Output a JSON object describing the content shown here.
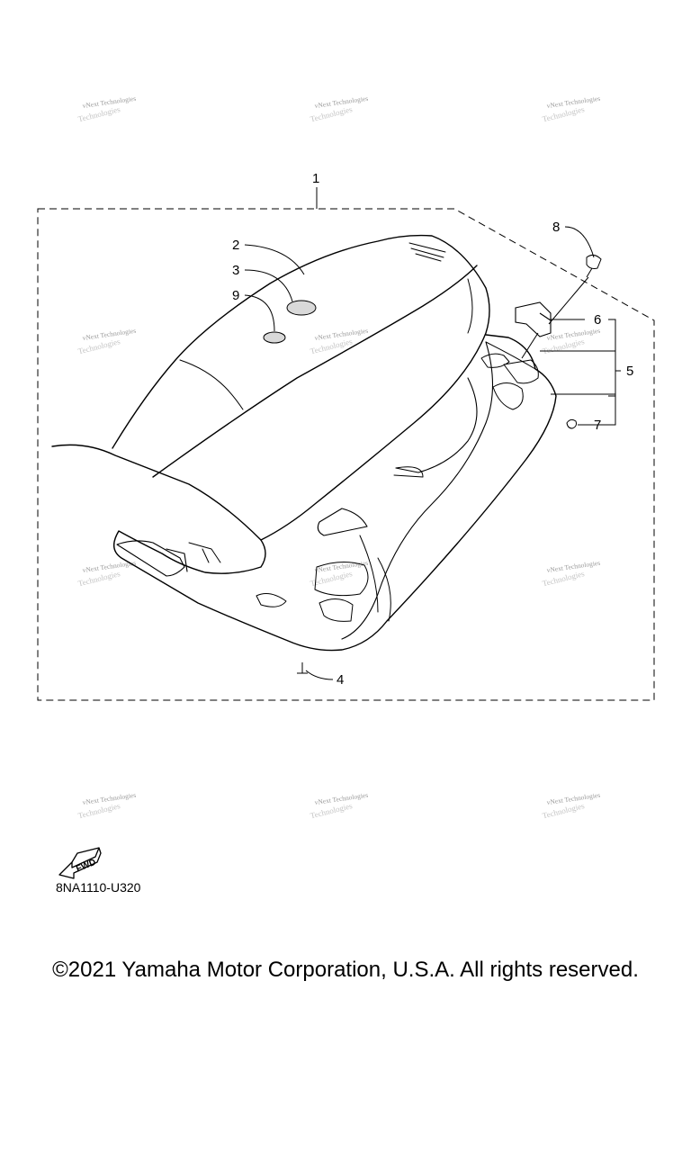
{
  "diagram": {
    "code": "8NA1110-U320",
    "copyright": "©2021 Yamaha Motor Corporation, U.S.A. All rights reserved.",
    "fwd_label": "FWD",
    "watermark": [
      "vNext Technologies",
      "Technologies"
    ],
    "callouts": [
      "1",
      "2",
      "3",
      "9",
      "8",
      "6",
      "5",
      "7",
      "4"
    ]
  }
}
